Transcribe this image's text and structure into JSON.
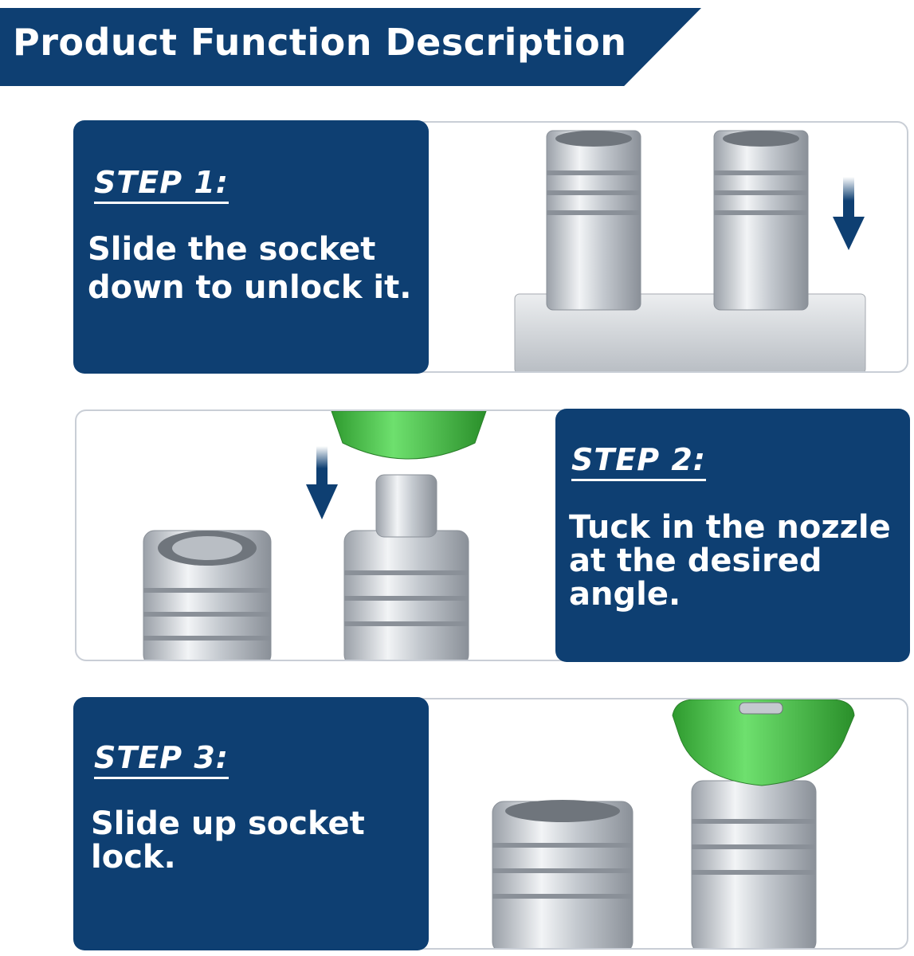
{
  "header": {
    "title": "Product Function Description"
  },
  "steps": [
    {
      "title": "STEP 1:",
      "lines": [
        "Slide the socket",
        "down to unlock it."
      ],
      "image": "two-sockets-on-manifold-with-down-arrow"
    },
    {
      "title": "STEP 2:",
      "lines": [
        "Tuck in the nozzle",
        "at the desired",
        "angle."
      ],
      "image": "nozzle-inserting-into-socket-with-down-arrow"
    },
    {
      "title": "STEP 3:",
      "lines": [
        "Slide up socket",
        "lock."
      ],
      "image": "nozzle-locked-in-socket"
    }
  ],
  "colors": {
    "brand": "#0e3f72",
    "nozzle": "#3dbb3d",
    "metal": "#c8ccd2"
  }
}
